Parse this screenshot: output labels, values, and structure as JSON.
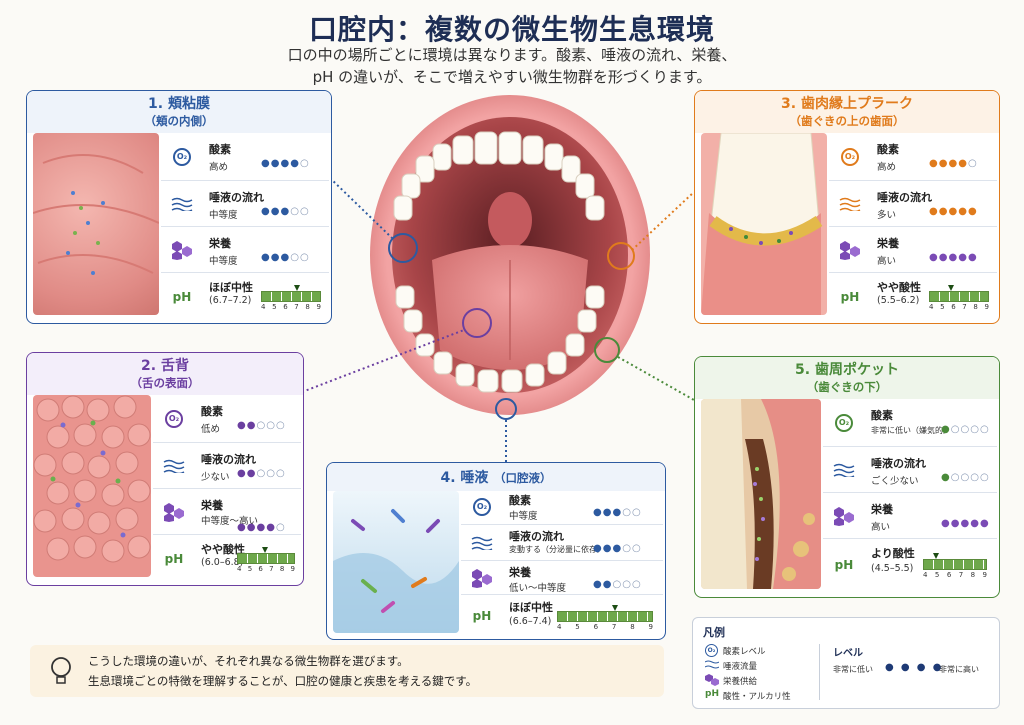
{
  "title": "口腔内：複数の微生物生息環境",
  "subtitle_line1": "口の中の場所ごとに環境は異なります。酸素、唾液の流れ、栄養、",
  "subtitle_line2": "pH の違いが、そこで増えやすい微生物群を形づくります。",
  "labels": {
    "o2": "酸素",
    "saliva": "唾液の流れ",
    "nutrition": "栄養",
    "ph": "pH",
    "o2_symbol": "O₂"
  },
  "panels": [
    {
      "id": "1",
      "title": "1. 頬粘膜",
      "sub": "（頬の内側）",
      "color": "#2d5aa0",
      "o2": "高め",
      "o2_level": 4,
      "saliva": "中等度",
      "saliva_level": 3,
      "nutrition": "中等度",
      "nutrition_level": 3,
      "ph_label": "ほぼ中性",
      "ph_range": "(6.7–7.2)",
      "ph_value": 7.0
    },
    {
      "id": "2",
      "title": "2. 舌背",
      "sub": "（舌の表面）",
      "color": "#6b3fa0",
      "o2": "低め",
      "o2_level": 2,
      "saliva": "少ない",
      "saliva_level": 2,
      "nutrition": "中等度〜高い",
      "nutrition_level": 4,
      "ph_label": "やや酸性",
      "ph_range": "(6.0–6.8)",
      "ph_value": 6.4
    },
    {
      "id": "3",
      "title": "3. 歯肉縁上プラーク",
      "sub": "（歯ぐきの上の歯面）",
      "color": "#e07b1c",
      "o2": "高め",
      "o2_level": 4,
      "saliva": "多い",
      "saliva_level": 5,
      "nutrition": "高い",
      "nutrition_level": 5,
      "ph_label": "やや酸性",
      "ph_range": "(5.5–6.2)",
      "ph_value": 5.8
    },
    {
      "id": "4",
      "title": "4. 唾液",
      "sub": "（口腔液）",
      "color": "#2d5aa0",
      "o2": "中等度",
      "o2_level": 3,
      "saliva": "変動する（分泌量に依存）",
      "saliva_level": 3,
      "nutrition": "低い〜中等度",
      "nutrition_level": 2,
      "ph_label": "ほぼ中性",
      "ph_range": "(6.6–7.4)",
      "ph_value": 7.0
    },
    {
      "id": "5",
      "title": "5. 歯周ポケット",
      "sub": "（歯ぐきの下）",
      "color": "#4a8a3a",
      "o2": "非常に低い（嫌気的）",
      "o2_level": 1,
      "saliva": "ごく少ない",
      "saliva_level": 1,
      "nutrition": "高い",
      "nutrition_level": 5,
      "ph_label": "より酸性",
      "ph_range": "(4.5–5.5)",
      "ph_value": 5.0
    }
  ],
  "ph_ticks": [
    "4",
    "5",
    "6",
    "7",
    "8",
    "9"
  ],
  "note": {
    "line1": "こうした環境の違いが、それぞれ異なる微生物群を選びます。",
    "line2": "生息環境ごとの特徴を理解することが、口腔の健康と疾患を考える鍵です。"
  },
  "legend": {
    "title": "凡例",
    "o2": "酸素レベル",
    "saliva": "唾液流量",
    "nutrition": "栄養供給",
    "ph": "酸性・アルカリ性",
    "level_title": "レベル",
    "low": "非常に低い",
    "high": "非常に高い"
  },
  "colors": {
    "navy": "#1e2e55",
    "blue": "#2d5aa0",
    "purple": "#6b3fa0",
    "orange": "#e07b1c",
    "green": "#4a8a3a",
    "ph_green": "#6ea84b"
  }
}
